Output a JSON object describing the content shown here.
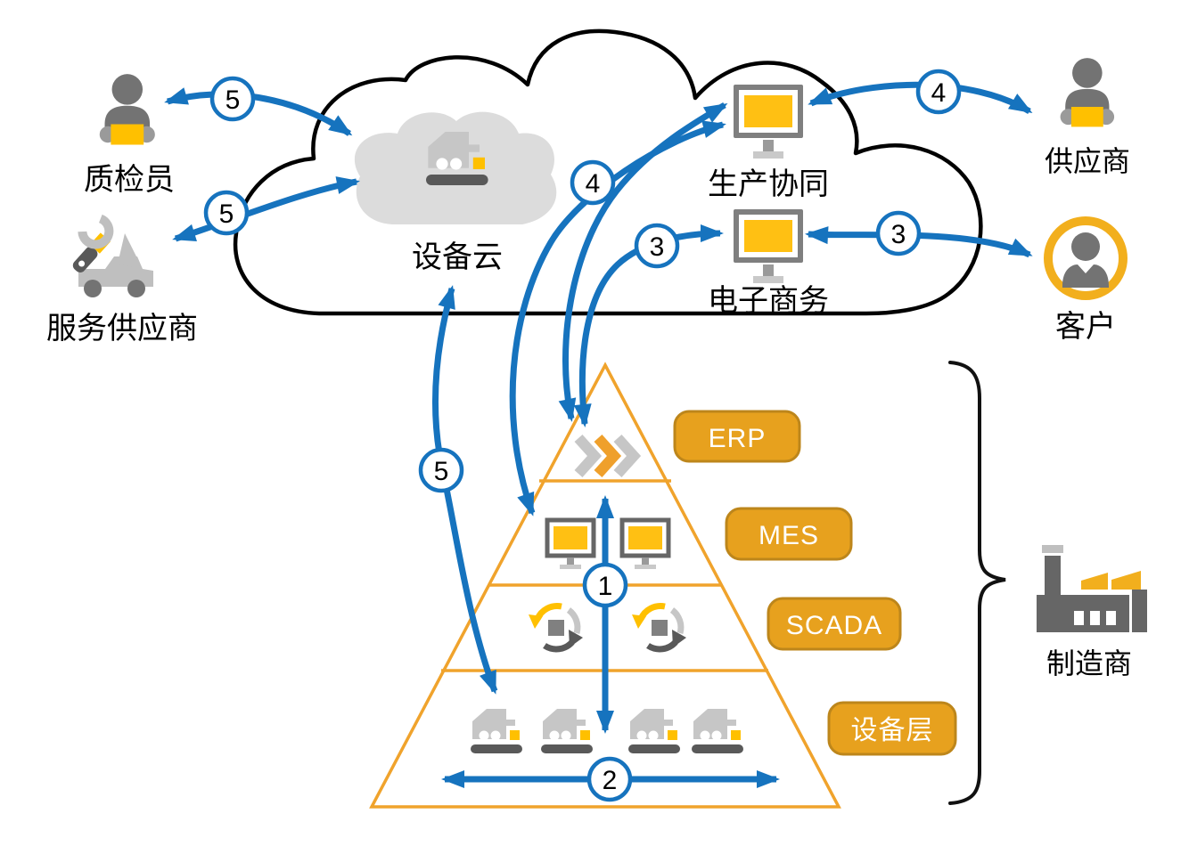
{
  "actors": {
    "quality_inspector": "质检员",
    "service_provider": "服务供应商",
    "supplier": "供应商",
    "customer": "客户",
    "manufacturer": "制造商"
  },
  "cloud_apps": {
    "equipment_cloud": "设备云",
    "production_collaboration": "生产协同",
    "e_commerce": "电子商务"
  },
  "pyramid": {
    "layers": [
      {
        "label": "ERP"
      },
      {
        "label": "MES"
      },
      {
        "label": "SCADA"
      },
      {
        "label": "设备层"
      }
    ]
  },
  "steps": {
    "s1": "1",
    "s2": "2",
    "s3": "3",
    "s4": "4",
    "s5": "5"
  },
  "colors": {
    "blue": "#1673BE",
    "orange": "#F0A32C",
    "badge": "#E7A11E",
    "badge-border": "#BD861B",
    "yellow": "#FFC000",
    "gray-dark": "#595959",
    "gray-mid": "#7F7F7F",
    "gray-light": "#C6C6C6",
    "ring": "#F2AF1D"
  }
}
